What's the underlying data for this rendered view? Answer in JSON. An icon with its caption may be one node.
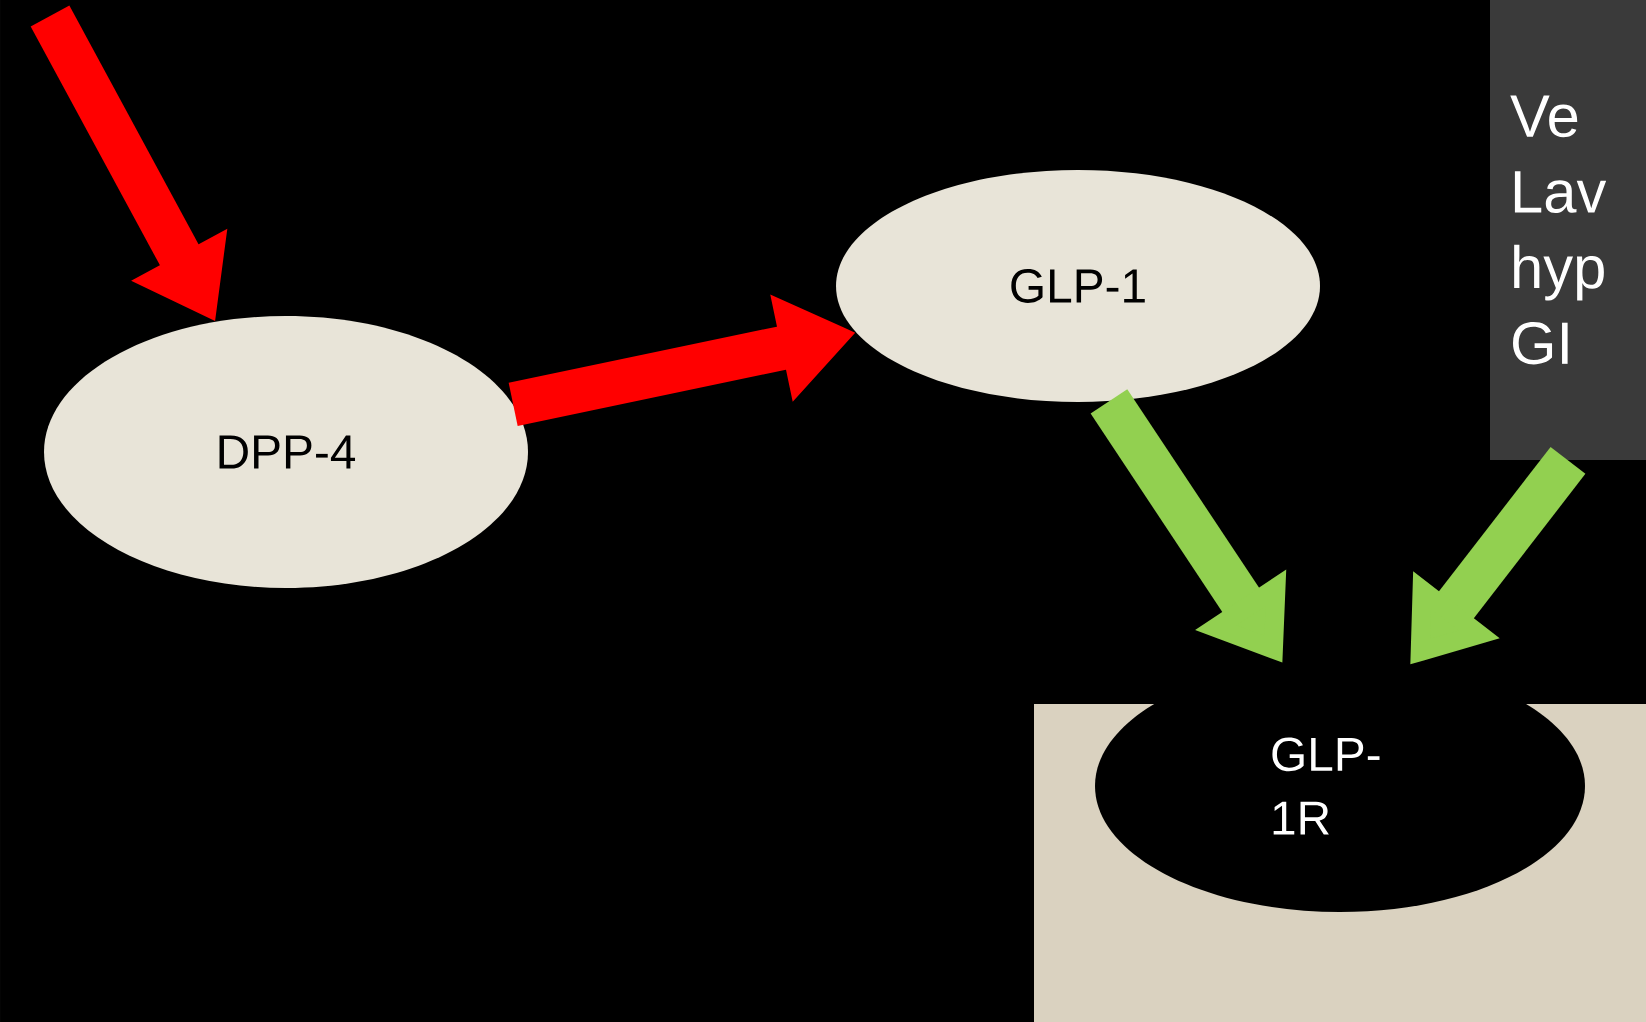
{
  "diagram": {
    "nodes": [
      {
        "text": [
          "DPP-4"
        ]
      },
      {
        "text": [
          "GLP-1"
        ]
      },
      {
        "text": [
          "Ve Lav hyp GI"
        ]
      },
      {
        "text": [
          "GLP- 1R"
        ]
      }
    ],
    "edges": [
      {
        "from": null,
        "to": 0,
        "arrow": "to",
        "color": "#ff0000"
      },
      {
        "from": 0,
        "to": 1,
        "arrow": "to",
        "color": "#ff0000"
      },
      {
        "from": 1,
        "to": 3,
        "arrow": "to",
        "color": "#92d050"
      },
      {
        "from": 2,
        "to": 3,
        "arrow": "to",
        "color": "#92d050"
      }
    ]
  }
}
